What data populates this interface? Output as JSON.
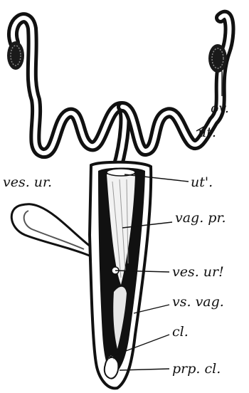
{
  "labels": {
    "ov": "ov.",
    "ut": "ut.",
    "ut_prime": "ut'.",
    "ves_ur": "ves. ur.",
    "vag_pr": "vag. pr.",
    "ves_ur_prime": "ves. ur!",
    "vs_vag": "vs. vag.",
    "cl": "cl.",
    "prp_cl": "prp. cl."
  },
  "colors": {
    "ink": "#111111",
    "paper": "#ffffff"
  }
}
